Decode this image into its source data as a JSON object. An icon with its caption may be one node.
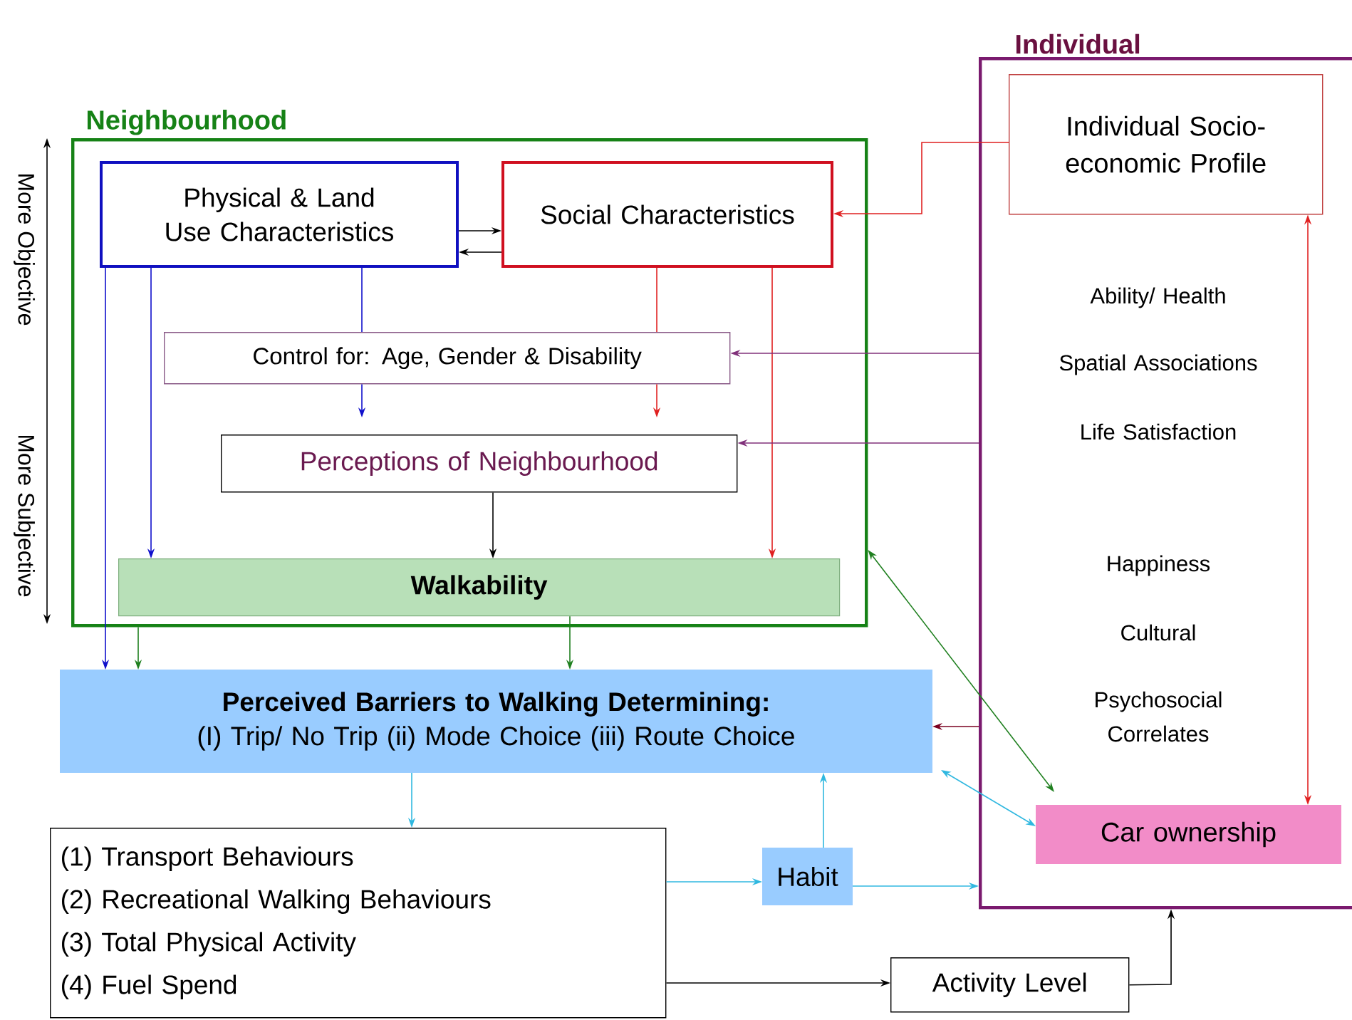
{
  "diagram": {
    "nodes": [
      {
        "text": [
          "Neighbourhood"
        ]
      },
      {
        "text": [
          "Physical & Land Use Characteristics"
        ],
        "in": 0
      },
      {
        "text": [
          "Social Characteristics"
        ],
        "in": 0
      },
      {
        "text": [
          "Control for: Age, Gender & Disability"
        ],
        "in": 0
      },
      {
        "text": [
          "Perceptions of Neighbourhood"
        ],
        "in": 0
      },
      {
        "text": [
          "Walkability"
        ],
        "in": 0
      },
      {
        "text": [
          "Individual"
        ]
      },
      {
        "text": [
          "Individual Socio-economic Profile"
        ],
        "in": 6
      },
      {
        "text": [
          "Car ownership"
        ],
        "in": 6
      },
      {
        "text": [
          "Perceived Barriers to Walking Determining:",
          "(I) Trip/ No Trip (ii) Mode Choice (iii) Route Choice"
        ]
      },
      {
        "text": [
          "(1) Transport Behaviours",
          "(2) Recreational Walking Behaviours",
          "(3) Total Physical Activity",
          "(4) Fuel Spend"
        ]
      },
      {
        "text": [
          "Habit"
        ]
      },
      {
        "text": [
          "Activity Level"
        ]
      }
    ],
    "edges": [
      {
        "from": 1,
        "to": 2,
        "arrow": "to"
      },
      {
        "from": 2,
        "to": 1,
        "arrow": "to"
      },
      {
        "from": 1,
        "to": 3,
        "arrow": "none",
        "color": "#1010cc"
      },
      {
        "from": 2,
        "to": 3,
        "arrow": "none",
        "color": "#e02020"
      },
      {
        "from": 1,
        "to": 5,
        "arrow": "to",
        "color": "#1010cc"
      },
      {
        "from": 1,
        "to": 9,
        "arrow": "to",
        "color": "#1010cc"
      },
      {
        "from": 2,
        "to": 5,
        "arrow": "to",
        "color": "#e02020"
      },
      {
        "from": 4,
        "to": 5,
        "arrow": "to"
      },
      {
        "from": 7,
        "to": 2,
        "arrow": "to",
        "color": "#e02020"
      },
      {
        "from": 6,
        "to": 3,
        "arrow": "to",
        "color": "#80307a"
      },
      {
        "from": 6,
        "to": 4,
        "arrow": "to",
        "color": "#80307a"
      },
      {
        "from": 0,
        "to": 9,
        "arrow": "to",
        "color": "#208020"
      },
      {
        "from": 5,
        "to": 9,
        "arrow": "to",
        "color": "#208020"
      },
      {
        "from": 0,
        "to": 8,
        "arrow": "both",
        "color": "#208020"
      },
      {
        "from": 6,
        "to": 9,
        "arrow": "to",
        "color": "#7a0020"
      },
      {
        "from": 9,
        "to": 8,
        "arrow": "both",
        "color": "#30b8e0"
      },
      {
        "from": 9,
        "to": 10,
        "arrow": "to",
        "color": "#30b8e0"
      },
      {
        "from": 10,
        "to": 11,
        "arrow": "to",
        "color": "#30b8e0"
      },
      {
        "from": 11,
        "to": 9,
        "arrow": "to",
        "color": "#30b8e0"
      },
      {
        "from": 11,
        "to": 6,
        "arrow": "to",
        "color": "#30b8e0"
      },
      {
        "from": 10,
        "to": 12,
        "arrow": "to"
      },
      {
        "from": 12,
        "to": 6,
        "arrow": "to"
      },
      {
        "from": 7,
        "to": 8,
        "arrow": "both",
        "color": "#e02020"
      },
      {
        "from": 3,
        "to": 4,
        "arrow": "to",
        "color": "#1010cc"
      },
      {
        "from": 3,
        "to": 4,
        "arrow": "to",
        "color": "#e02020"
      }
    ],
    "labels": [
      "More Objective",
      "More Subjective",
      "Ability/ Health",
      "Spatial Associations",
      "Life Satisfaction",
      "Happiness",
      "Cultural",
      "Psychosocial Correlates"
    ]
  }
}
